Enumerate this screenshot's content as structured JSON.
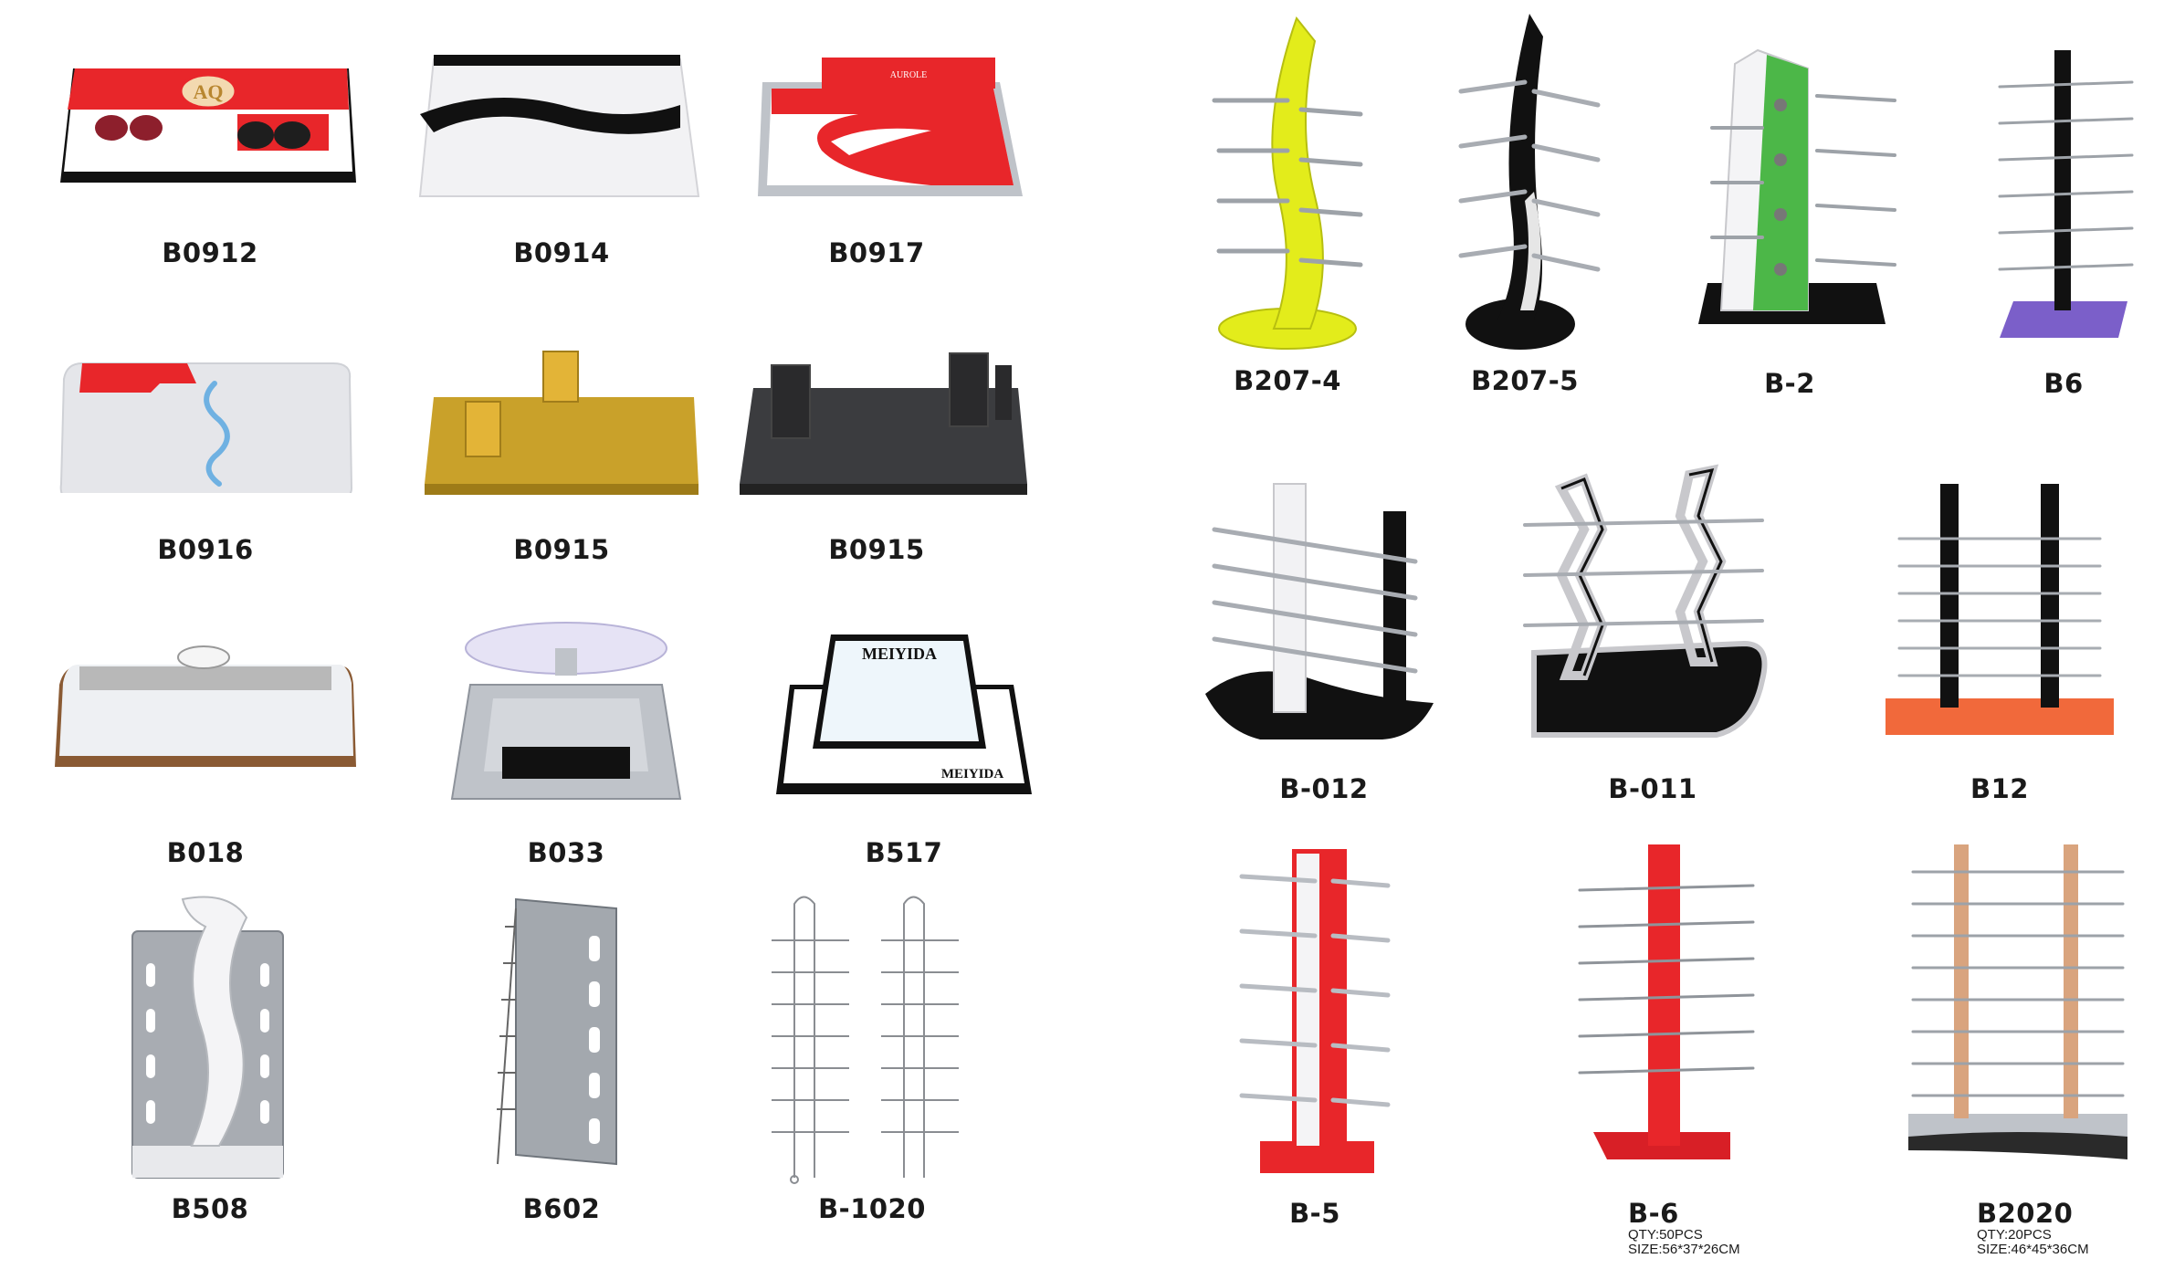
{
  "products": {
    "b0912": {
      "code": "B0912",
      "badge": "AQ"
    },
    "b0914": {
      "code": "B0914"
    },
    "b0917": {
      "code": "B0917"
    },
    "b0916": {
      "code": "B0916"
    },
    "b0915_gold": {
      "code": "B0915"
    },
    "b0915_black": {
      "code": "B0915"
    },
    "b018": {
      "code": "B018"
    },
    "b033": {
      "code": "B033"
    },
    "b517": {
      "code": "B517",
      "brand_top": "MEIYIDA",
      "brand_bottom": "MEIYIDA"
    },
    "b508": {
      "code": "B508"
    },
    "b602": {
      "code": "B602"
    },
    "b1020": {
      "code": "B-1020"
    },
    "b207_4": {
      "code": "B207-4"
    },
    "b207_5": {
      "code": "B207-5"
    },
    "b_2": {
      "code": "B-2"
    },
    "b6": {
      "code": "B6"
    },
    "b_012": {
      "code": "B-012"
    },
    "b_011": {
      "code": "B-011"
    },
    "b12": {
      "code": "B12"
    },
    "b_5": {
      "code": "B-5"
    },
    "b_6": {
      "code": "B-6",
      "qty": "QTY:50PCS",
      "size": "SIZE:56*37*26CM"
    },
    "b2020": {
      "code": "B2020",
      "qty": "QTY:20PCS",
      "size": "SIZE:46*45*36CM"
    }
  },
  "colors": {
    "red": "#e8262a",
    "black": "#111111",
    "yellow": "#e3ec1b",
    "green": "#4cb748",
    "purple": "#7b5fc9",
    "orange": "#f1693b",
    "silver": "#c9ccd1",
    "gold": "#c9a12a",
    "tan": "#d9a47e"
  }
}
